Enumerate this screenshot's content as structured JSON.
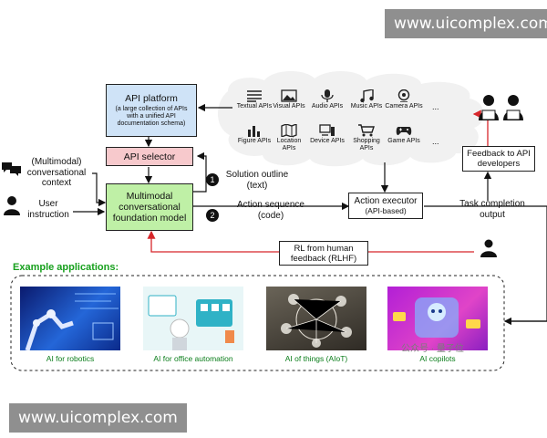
{
  "watermark_top": "www.uicomplex.com",
  "watermark_bottom": "www.uicomplex.com",
  "api_platform": {
    "title": "API platform",
    "description": "(a large collection of APIs with a unified API documentation schema)"
  },
  "api_selector": "API selector",
  "foundation_model": "Multimodal conversational foundation model",
  "inputs": {
    "context": "(Multimodal) conversational context",
    "instruction": "User instruction"
  },
  "solution_outline": {
    "number": "1",
    "label": "Solution outline (text)"
  },
  "action_sequence": {
    "number": "2",
    "label": "Action sequence (code)"
  },
  "action_executor": {
    "title": "Action executor",
    "subtitle": "(API-based)"
  },
  "task_completion": "Task completion output",
  "feedback_devs": "Feedback to API developers",
  "rlhf": "RL from human feedback (RLHF)",
  "apis": [
    {
      "label": "Textual APIs",
      "icon": "text-lines-icon"
    },
    {
      "label": "Visual APIs",
      "icon": "image-icon"
    },
    {
      "label": "Audio APIs",
      "icon": "microphone-icon"
    },
    {
      "label": "Music APIs",
      "icon": "music-notes-icon"
    },
    {
      "label": "Camera APIs",
      "icon": "webcam-icon"
    },
    {
      "label": "Figure APIs",
      "icon": "bar-chart-icon"
    },
    {
      "label": "Location APIs",
      "icon": "map-icon"
    },
    {
      "label": "Device APIs",
      "icon": "device-icon"
    },
    {
      "label": "Shopping APIs",
      "icon": "shopping-cart-icon"
    },
    {
      "label": "Game APIs",
      "icon": "game-controller-icon"
    }
  ],
  "ellipsis": "...",
  "examples": {
    "heading": "Example applications:",
    "items": [
      {
        "caption": "AI for robotics"
      },
      {
        "caption": "AI for office automation"
      },
      {
        "caption": "AI of things (AIoT)"
      },
      {
        "caption": "AI copilots"
      }
    ]
  },
  "wechat_watermark": "公众号 · 量子位",
  "colors": {
    "accent_blue": "#cfe3f7",
    "selector_pink": "#f7c9cc",
    "model_green": "#bff0a6",
    "feedback_red": "#d7262b",
    "example_green": "#17a01d"
  }
}
